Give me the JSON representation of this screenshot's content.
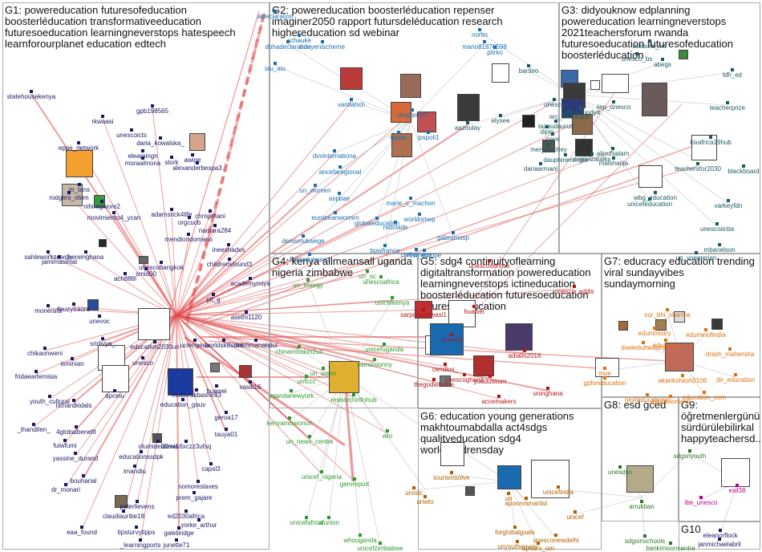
{
  "groups": [
    {
      "id": "G1",
      "title": "G1: powereducation futuresofeducation boosterléducation transformativeeducation futuresoeducation learningneverstops hatespeech learnforourplanet education edtech"
    },
    {
      "id": "G2",
      "title": "G2: powereducation boosterléducation repenser imaginer2050 rapport futursdeléducation research highereducation sd webinar"
    },
    {
      "id": "G3",
      "title": "G3: didyouknow edplanning powereducation learningneverstops 2021teachersforum rwanda futuresoeducation futuresofeducation boosterléducation"
    },
    {
      "id": "G4",
      "title": "G4: kenya allmeansall uganda nigeria zimbabwe"
    },
    {
      "id": "G5",
      "title": "G5: sdg4 continuityoflearning digitaltransformation powereducation learningneverstops ictineducation boosterléducation futuresoeducation futuresofeducation"
    },
    {
      "id": "G6",
      "title": "G6: education young generations makhtoumabdalla act4sdgs qualityeducation sdg4 worldchildrensday"
    },
    {
      "id": "G7",
      "title": "G7: educracy education trending viral sundayvibes sundaymorning"
    },
    {
      "id": "G8",
      "title": "G8: esd gced"
    },
    {
      "id": "G9",
      "title": "G9: öğretmenlergünü sürdürülebilirkal happyteachersd..."
    },
    {
      "id": "G10",
      "title": "G10"
    }
  ],
  "colors": {
    "g1": "#1a1a66",
    "g2": "#1a6fb0",
    "g3": "#1a5a60",
    "g4": "#2a9a2a",
    "g5": "#b01818",
    "g6": "#b06000",
    "g7": "#e07010",
    "g8": "#2a7a2a",
    "g9": "#c0008a",
    "g10": "#1a1a66",
    "edge": "#e05050",
    "edge_grey": "#c8c8c8"
  },
  "nodes": [
    {
      "label": "statehousekenya",
      "g": "g1"
    },
    {
      "label": "gpb198565",
      "g": "g1"
    },
    {
      "label": "rkwaasi",
      "g": "g1"
    },
    {
      "label": "unescoicts",
      "g": "g1"
    },
    {
      "label": "daria_kowalska_",
      "g": "g1"
    },
    {
      "label": "eppe_network",
      "g": "g1"
    },
    {
      "label": "elearningn",
      "g": "g1"
    },
    {
      "label": "moraalmona",
      "g": "g1"
    },
    {
      "label": "stork",
      "g": "g1"
    },
    {
      "label": "awige",
      "g": "g1"
    },
    {
      "label": "alexanderbespa3",
      "g": "g1"
    },
    {
      "label": "m_tans",
      "g": "g1"
    },
    {
      "label": "nihiregwore2",
      "g": "g1"
    },
    {
      "label": "rodgers_otom",
      "g": "g1"
    },
    {
      "label": "movimiento4_ycan",
      "g": "g1"
    },
    {
      "label": "adamsrick4life",
      "g": "g1"
    },
    {
      "label": "chrisjeitani",
      "g": "g1"
    },
    {
      "label": "orgcucb",
      "g": "g1"
    },
    {
      "label": "mendiondomario",
      "g": "g1"
    },
    {
      "label": "namara284",
      "g": "g1"
    },
    {
      "label": "ineeshadvs",
      "g": "g1"
    },
    {
      "label": "childrensfound3",
      "g": "g1"
    },
    {
      "label": "sahleworkzewde",
      "g": "g1"
    },
    {
      "label": "jamimasihlal",
      "g": "g1"
    },
    {
      "label": "hereinghana",
      "g": "g1"
    },
    {
      "label": "unescobangkok",
      "g": "g1"
    },
    {
      "label": "academymiya",
      "g": "g1"
    },
    {
      "label": "smid00",
      "g": "g1"
    },
    {
      "label": "ach888i",
      "g": "g1"
    },
    {
      "label": "pif_g",
      "g": "g1"
    },
    {
      "label": "monerafa",
      "g": "g1"
    },
    {
      "label": "fauzytraore",
      "g": "g1"
    },
    {
      "label": "unevoc",
      "g": "g1"
    },
    {
      "label": "asethi1120",
      "g": "g1"
    },
    {
      "label": "sridivya_",
      "g": "g1"
    },
    {
      "label": "education2030un",
      "g": "g1"
    },
    {
      "label": "uclengedu",
      "g": "g1"
    },
    {
      "label": "worldskillsnet",
      "g": "g1"
    },
    {
      "label": "drrehmanabdul",
      "g": "g1"
    },
    {
      "label": "chikaonweni",
      "g": "g1"
    },
    {
      "label": "isminian",
      "g": "g1"
    },
    {
      "label": "unesco",
      "g": "g1"
    },
    {
      "label": "fridaeartemisia",
      "g": "g1"
    },
    {
      "label": "apceiu",
      "g": "g1"
    },
    {
      "label": "huawei",
      "g": "g1"
    },
    {
      "label": "vasili16",
      "g": "g1"
    },
    {
      "label": "youth_cultural",
      "g": "g1"
    },
    {
      "label": "richardkidals",
      "g": "g1"
    },
    {
      "label": "education_gouv",
      "g": "g1"
    },
    {
      "label": "mubarakbashir83",
      "g": "g1"
    },
    {
      "label": "_thandilen_",
      "g": "g1"
    },
    {
      "label": "4globalbenefit",
      "g": "g1"
    },
    {
      "label": "geroa17",
      "g": "g1"
    },
    {
      "label": "tauya01",
      "g": "g1"
    },
    {
      "label": "fuiwfumi",
      "g": "g1"
    },
    {
      "label": "yassine_durand",
      "g": "g1"
    },
    {
      "label": "olumideidowu",
      "g": "g1"
    },
    {
      "label": "educationssdpk",
      "g": "g1"
    },
    {
      "label": "00nv&6xczz3ufsq",
      "g": "g1"
    },
    {
      "label": "capsl3",
      "g": "g1"
    },
    {
      "label": "imandiu",
      "g": "g1"
    },
    {
      "label": "bouharial",
      "g": "g1"
    },
    {
      "label": "dr_monari",
      "g": "g1"
    },
    {
      "label": "nomoreslaves",
      "g": "g1"
    },
    {
      "label": "prem_gajare",
      "g": "g1"
    },
    {
      "label": "peterlievens",
      "g": "g1"
    },
    {
      "label": "claudiauribe18",
      "g": "g1"
    },
    {
      "label": "ed2030africa",
      "g": "g1"
    },
    {
      "label": "yorke_arthur",
      "g": "g1"
    },
    {
      "label": "eaa_found",
      "g": "g1"
    },
    {
      "label": "tipsturvytipps",
      "g": "g1"
    },
    {
      "label": "galebridge",
      "g": "g1"
    },
    {
      "label": "_learningports",
      "g": "g1"
    },
    {
      "label": "junette71",
      "g": "g1"
    },
    {
      "label": "aldeclaration",
      "g": "g2"
    },
    {
      "label": "schauke",
      "g": "g2"
    },
    {
      "label": "dohadeclaration",
      "g": "g2"
    },
    {
      "label": "ndayenischeme",
      "g": "g2"
    },
    {
      "label": "iau_aiu",
      "g": "g2"
    },
    {
      "label": "nortin",
      "g": "g2"
    },
    {
      "label": "mario81870598",
      "g": "g2"
    },
    {
      "label": "pitrko",
      "g": "g2"
    },
    {
      "label": "vantlanch",
      "g": "g2"
    },
    {
      "label": "stegiannini",
      "g": "g2"
    },
    {
      "label": "ngoac",
      "g": "g2"
    },
    {
      "label": "ipspoli1",
      "g": "g2"
    },
    {
      "label": "dvvinternationa",
      "g": "g2"
    },
    {
      "label": "ancefaregional",
      "g": "g2"
    },
    {
      "label": "un_women",
      "g": "g2"
    },
    {
      "label": "aspbae",
      "g": "g2"
    },
    {
      "label": "marie_c_machon",
      "g": "g2"
    },
    {
      "label": "europeanwomen",
      "g": "g2"
    },
    {
      "label": "globaleducation",
      "g": "g2"
    },
    {
      "label": "redclade",
      "g": "g2"
    },
    {
      "label": "worldomep",
      "g": "g2"
    },
    {
      "label": "denismukwege",
      "g": "g2"
    },
    {
      "label": "finlandunesco",
      "g": "g2"
    },
    {
      "label": "bpwfrance",
      "g": "g2"
    },
    {
      "label": "hrw_europe",
      "g": "g2"
    },
    {
      "label": "gabramosp",
      "g": "g2"
    },
    {
      "label": "clefterness",
      "g": "g2"
    },
    {
      "label": "unesco_bs",
      "g": "g3"
    },
    {
      "label": "bussola_ins",
      "g": "g3"
    },
    {
      "label": "bartleo",
      "g": "g3"
    },
    {
      "label": "elysee",
      "g": "g3"
    },
    {
      "label": "aazoulay",
      "g": "g3"
    },
    {
      "label": "unesco",
      "g": "g3"
    },
    {
      "label": "karenmundy4",
      "g": "g3"
    },
    {
      "label": "arc_atlantique",
      "g": "g3"
    },
    {
      "label": "tazoudaurus",
      "g": "g3"
    },
    {
      "label": "iiep_unesco",
      "g": "g3"
    },
    {
      "label": "abegs",
      "g": "g3"
    },
    {
      "label": "ldh_ed",
      "g": "g3"
    },
    {
      "label": "teacherprize",
      "g": "g3"
    },
    {
      "label": "diplo",
      "g": "g3"
    },
    {
      "label": "coye",
      "g": "g3"
    },
    {
      "label": "aljoufsalam",
      "g": "g3"
    },
    {
      "label": "malsharija",
      "g": "g3"
    },
    {
      "label": "kixafrica19hub",
      "g": "g3"
    },
    {
      "label": "meryemchey",
      "g": "g3"
    },
    {
      "label": "dauphinenergie",
      "g": "g3"
    },
    {
      "label": "marielzatalks",
      "g": "g3"
    },
    {
      "label": "dariaarmani",
      "g": "g3"
    },
    {
      "label": "teachersfor2030",
      "g": "g3"
    },
    {
      "label": "blackboard",
      "g": "g3"
    },
    {
      "label": "wbg_education",
      "g": "g3"
    },
    {
      "label": "unicefeducation",
      "g": "g3"
    },
    {
      "label": "varkeyfdn",
      "g": "g3"
    },
    {
      "label": "unescoiicba",
      "g": "g3"
    },
    {
      "label": "mbanelson",
      "g": "g3"
    },
    {
      "label": "un_yoemerian",
      "g": "g3"
    },
    {
      "label": "un_energy",
      "g": "g4"
    },
    {
      "label": "chinamission2un",
      "g": "g4"
    },
    {
      "label": "unicefkenya",
      "g": "g4"
    },
    {
      "label": "un_water",
      "g": "g4"
    },
    {
      "label": "unfccc",
      "g": "g4"
    },
    {
      "label": "unicefuganda",
      "g": "g4"
    },
    {
      "label": "samissionny",
      "g": "g4"
    },
    {
      "label": "ugandanewyork",
      "g": "g4"
    },
    {
      "label": "researchinfohub",
      "g": "g4"
    },
    {
      "label": "kenyamissionun",
      "g": "g4"
    },
    {
      "label": "wto",
      "g": "g4"
    },
    {
      "label": "un_news_centre",
      "g": "g4"
    },
    {
      "label": "unicef_nigeria",
      "g": "g4"
    },
    {
      "label": "gemreport",
      "g": "g4"
    },
    {
      "label": "unicefafrica",
      "g": "g4"
    },
    {
      "label": "afunion",
      "g": "g4"
    },
    {
      "label": "whouganda",
      "g": "g4"
    },
    {
      "label": "unicefzimbabwe",
      "g": "g4"
    },
    {
      "label": "un_oc",
      "g": "g4"
    },
    {
      "label": "unescoafrica",
      "g": "g4"
    },
    {
      "label": "sarpongakwasi1",
      "g": "g5"
    },
    {
      "label": "huawei",
      "g": "g5"
    },
    {
      "label": "adiallo2016",
      "g": "g5"
    },
    {
      "label": "cendlos_",
      "g": "g5"
    },
    {
      "label": "unescoghana",
      "g": "g5"
    },
    {
      "label": "yoadutwum",
      "g": "g5"
    },
    {
      "label": "thegodwindoe",
      "g": "g5"
    },
    {
      "label": "accemakers",
      "g": "g5"
    },
    {
      "label": "unesco_addis",
      "g": "g5"
    },
    {
      "label": "uninghana",
      "g": "g5"
    },
    {
      "label": "unesco",
      "g": "g5"
    },
    {
      "label": "unescoservice",
      "g": "g5"
    },
    {
      "label": "tourismsolve",
      "g": "g6"
    },
    {
      "label": "un",
      "g": "g6"
    },
    {
      "label": "apoorvomartist",
      "g": "g6"
    },
    {
      "label": "unodc",
      "g": "g6"
    },
    {
      "label": "unwto",
      "g": "g6"
    },
    {
      "label": "unicefindia",
      "g": "g6"
    },
    {
      "label": "unicef",
      "g": "g6"
    },
    {
      "label": "forglobalgoals",
      "g": "g6"
    },
    {
      "label": "unyouthenvoy",
      "g": "g6"
    },
    {
      "label": "apoorv_om",
      "g": "g6"
    },
    {
      "label": "unesconewdelhi",
      "g": "g6"
    },
    {
      "label": "sur_bhi_sharma",
      "g": "g7"
    },
    {
      "label": "eduministry",
      "g": "g7"
    },
    {
      "label": "eduminofindia",
      "g": "g7"
    },
    {
      "label": "dseleduministry",
      "g": "g7"
    },
    {
      "label": "educracy",
      "g": "g7"
    },
    {
      "label": "drash_mahendra",
      "g": "g7"
    },
    {
      "label": "moe",
      "g": "g7"
    },
    {
      "label": "gpforeducation",
      "g": "g7"
    },
    {
      "label": "akankshash0106",
      "g": "g7"
    },
    {
      "label": "dir_education",
      "g": "g7"
    },
    {
      "label": "nexteducationin",
      "g": "g7"
    },
    {
      "label": "education_com",
      "g": "g7"
    },
    {
      "label": "educationviral",
      "g": "g7"
    },
    {
      "label": "unesdsn",
      "g": "g8"
    },
    {
      "label": "sdgsnyouth",
      "g": "g8"
    },
    {
      "label": "arrukban",
      "g": "g8"
    },
    {
      "label": "sdgsinschools",
      "g": "g8"
    },
    {
      "label": "bankimooncentre",
      "g": "g8"
    },
    {
      "label": "ibe_unesco",
      "g": "g9"
    },
    {
      "label": "esil38",
      "g": "g9"
    },
    {
      "label": "eleanorflock",
      "g": "g10"
    },
    {
      "label": "janmichaelabril",
      "g": "g10"
    }
  ]
}
